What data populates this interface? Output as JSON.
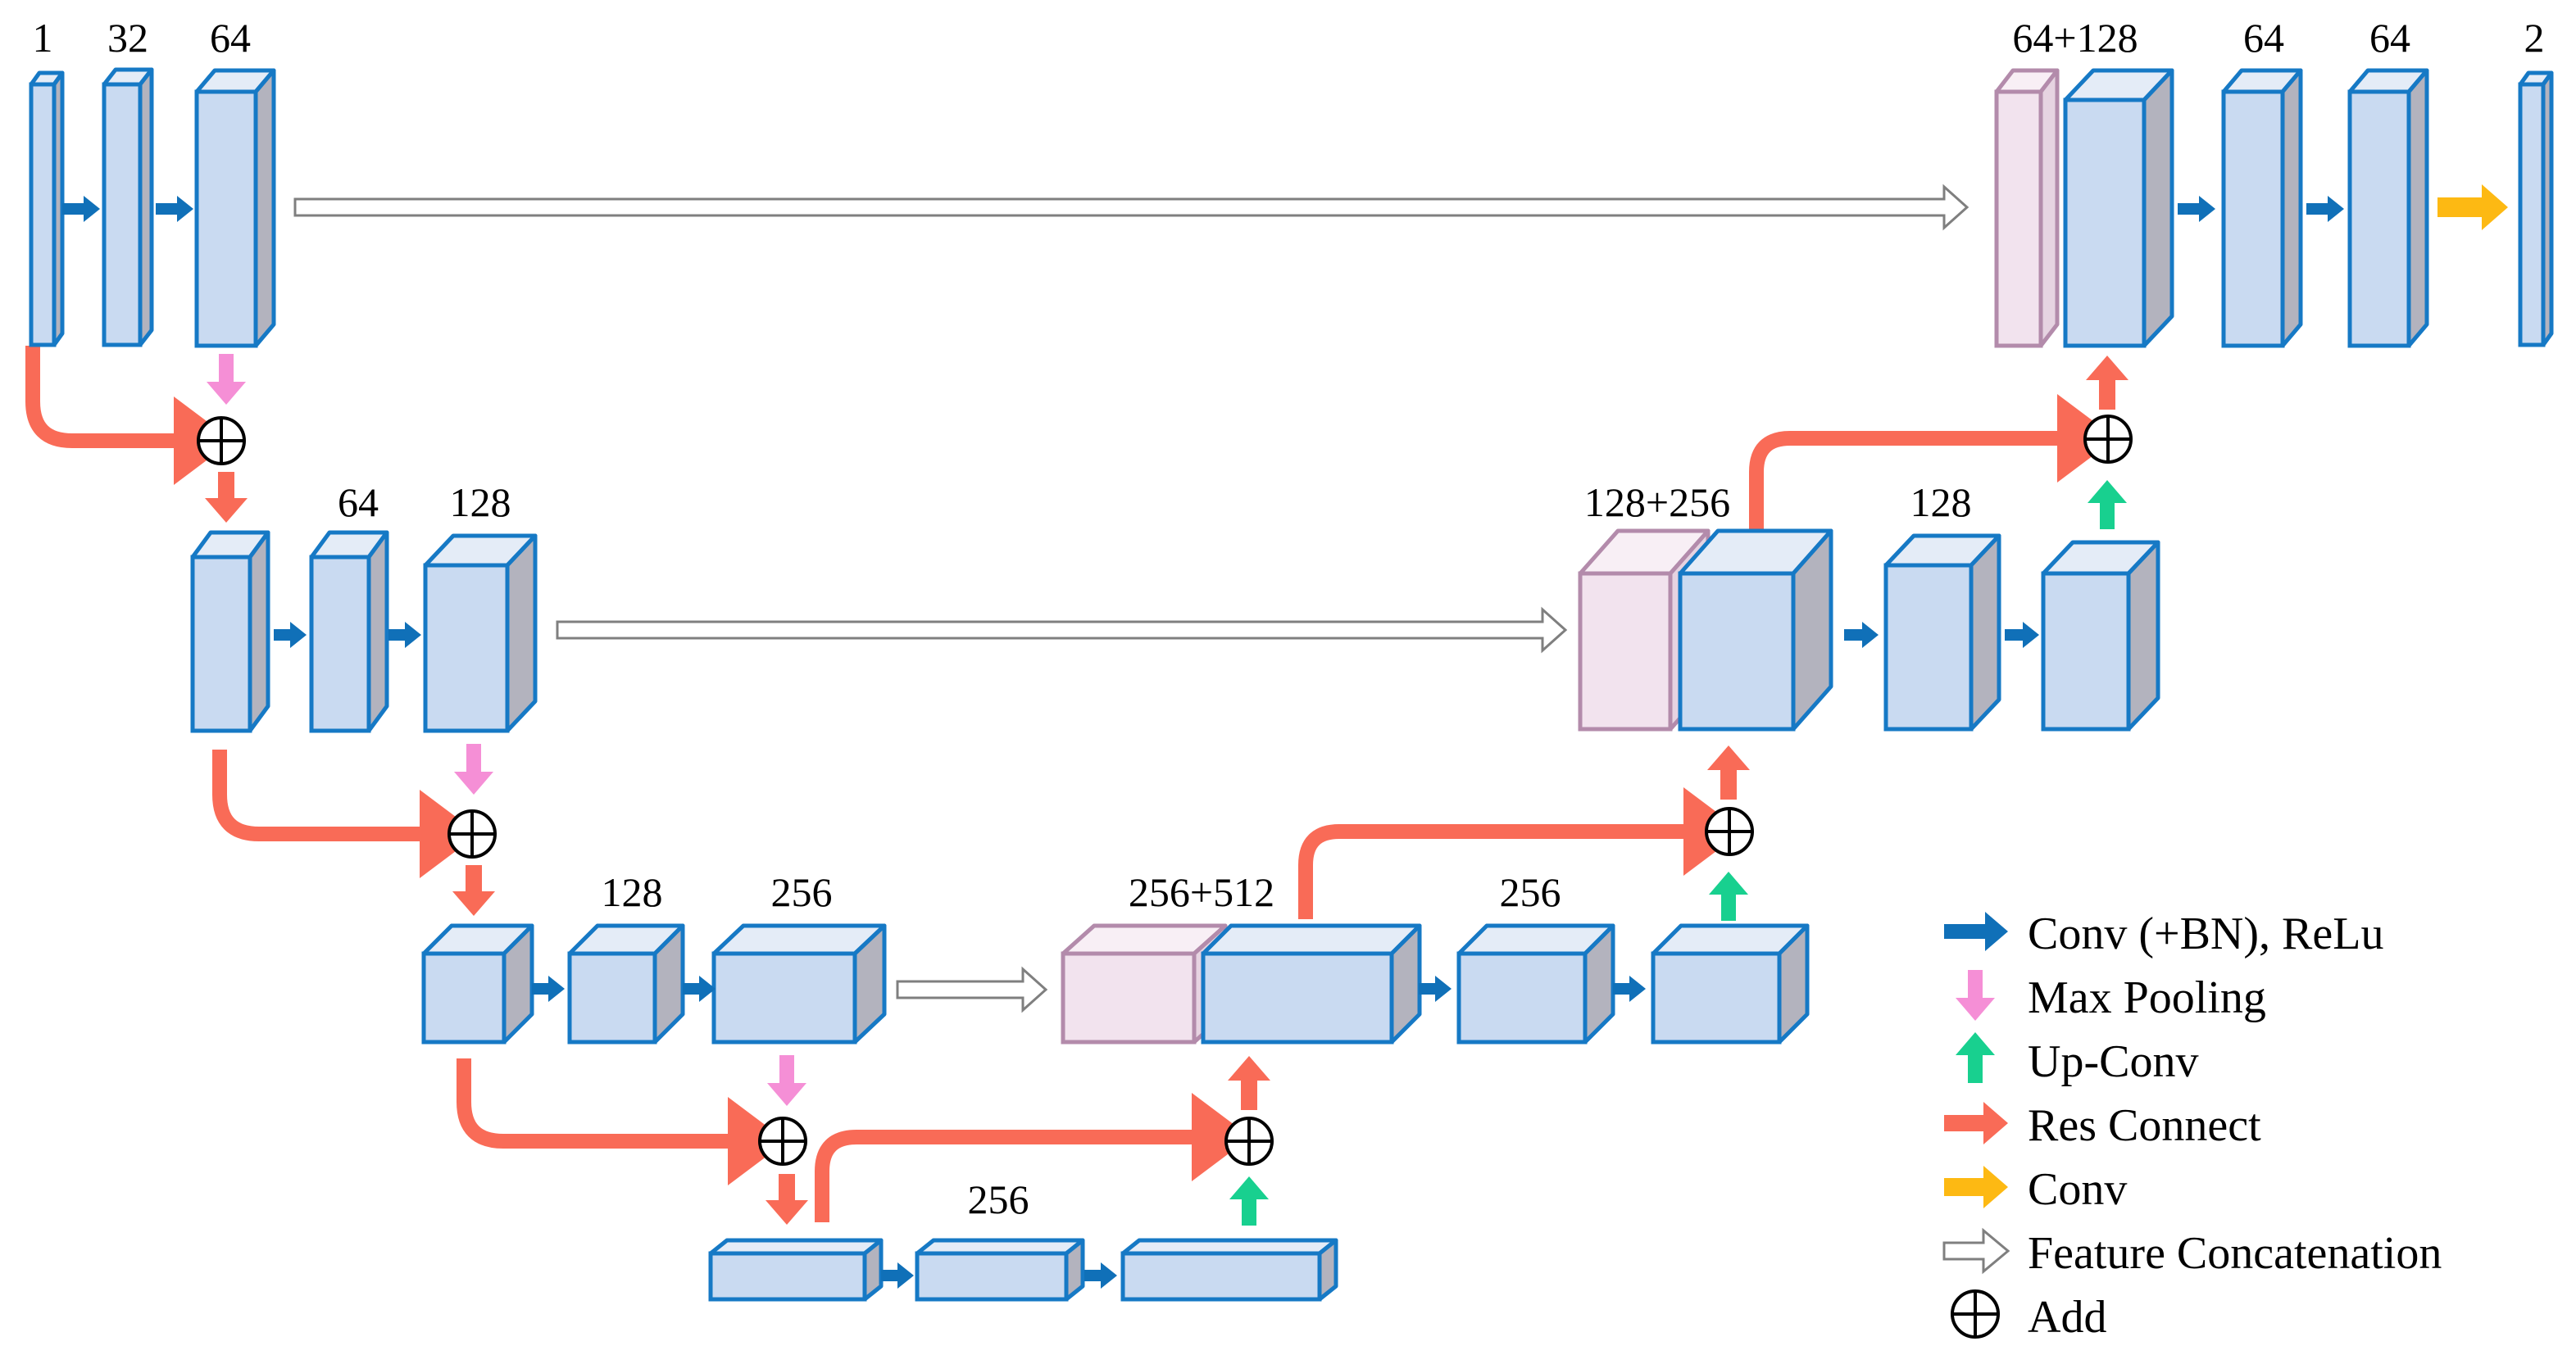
{
  "colors": {
    "block_front": "#c9daf1",
    "block_side": "#b3b3be",
    "block_top": "#e4ecf7",
    "block_edge": "#1679c5",
    "concat_front": "#f2e3ee",
    "concat_side": "#e6d3e1",
    "concat_top": "#f8eff5",
    "concat_edge": "#b38bab",
    "conv_arrow": "#1070b8",
    "pool_arrow": "#f58fd6",
    "upconv_arrow": "#18d08f",
    "res_arrow": "#f96b57",
    "final_conv_arrow": "#fdb913",
    "concat_arrow": "#7f7f7f"
  },
  "labels": {
    "l1_in": "1",
    "l1_a": "32",
    "l1_b": "64",
    "l2_a": "64",
    "l2_b": "128",
    "l3_a": "128",
    "l3_b": "256",
    "l4_a": "256",
    "u3_concat": "256+512",
    "u3_a": "256",
    "u2_concat": "128+256",
    "u2_a": "128",
    "u1_concat": "64+128",
    "u1_a": "64",
    "u1_b": "64",
    "out": "2"
  },
  "legend": [
    {
      "icon": "conv-arrow",
      "label": "Conv (+BN), ReLu"
    },
    {
      "icon": "max-pool-arrow",
      "label": "Max Pooling"
    },
    {
      "icon": "up-conv-arrow",
      "label": "Up-Conv"
    },
    {
      "icon": "res-connect-arrow",
      "label": "Res Connect"
    },
    {
      "icon": "final-conv-arrow",
      "label": "Conv"
    },
    {
      "icon": "concat-arrow",
      "label": "Feature Concatenation"
    },
    {
      "icon": "add-icon",
      "label": "Add"
    }
  ]
}
